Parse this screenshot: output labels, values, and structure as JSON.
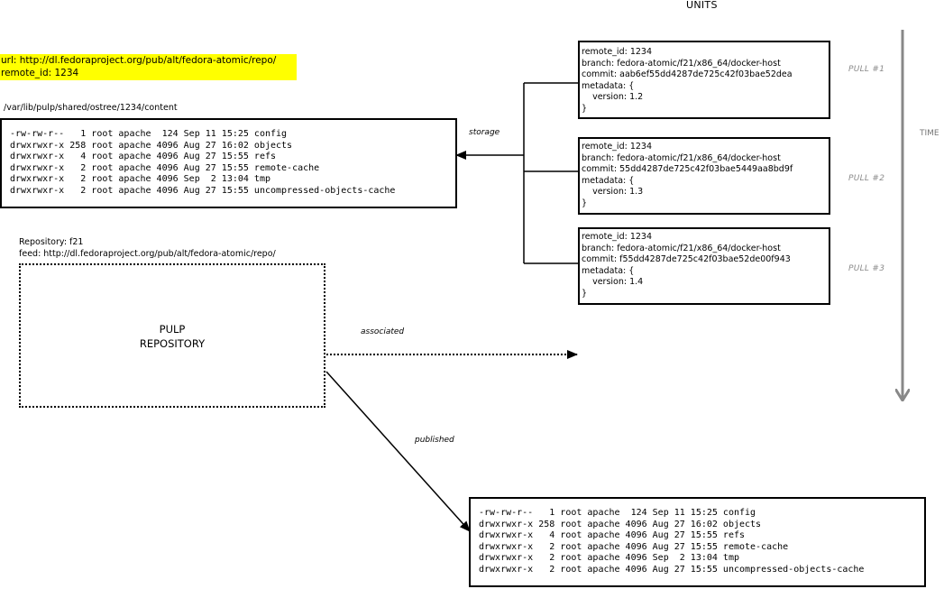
{
  "header": {
    "units_label": "UNITS",
    "time_label": "TIME"
  },
  "source": {
    "url_line": "url: http://dl.fedoraproject.org/pub/alt/fedora-atomic/repo/",
    "remote_line": "remote_id: 1234",
    "highlight_color": "#ffff00"
  },
  "storage": {
    "path": "/var/lib/pulp/shared/ostree/1234/content",
    "listing": [
      "-rw-rw-r--   1 root apache  124 Sep 11 15:25 config",
      "drwxrwxr-x 258 root apache 4096 Aug 27 16:02 objects",
      "drwxrwxr-x   4 root apache 4096 Aug 27 15:55 refs",
      "drwxrwxr-x   2 root apache 4096 Aug 27 15:55 remote-cache",
      "drwxrwxr-x   2 root apache 4096 Sep  2 13:04 tmp",
      "drwxrwxr-x   2 root apache 4096 Aug 27 15:55 uncompressed-objects-cache"
    ]
  },
  "repository": {
    "repo_line": "Repository: f21",
    "feed_line": "feed:  http://dl.fedoraproject.org/pub/alt/fedora-atomic/repo/",
    "title_line1": "PULP",
    "title_line2": "REPOSITORY"
  },
  "arrows": {
    "storage": "storage",
    "associated": "associated",
    "published": "published"
  },
  "units": [
    {
      "pull_label": "PULL #1",
      "lines": [
        "remote_id: 1234",
        "branch: fedora-atomic/f21/x86_64/docker-host",
        "commit: aab6ef55dd4287de725c42f03bae52dea",
        "metadata: {",
        "    version: 1.2",
        "}"
      ]
    },
    {
      "pull_label": "PULL #2",
      "lines": [
        "remote_id: 1234",
        "branch: fedora-atomic/f21/x86_64/docker-host",
        "commit: 55dd4287de725c42f03bae5449aa8bd9f",
        "metadata: {",
        "    version: 1.3",
        "}"
      ]
    },
    {
      "pull_label": "PULL #3",
      "lines": [
        "remote_id: 1234",
        "branch: fedora-atomic/f21/x86_64/docker-host",
        "commit: f55dd4287de725c42f03bae52de00f943",
        "metadata: {",
        "    version: 1.4",
        "}"
      ]
    }
  ],
  "published": {
    "listing": [
      "-rw-rw-r--   1 root apache  124 Sep 11 15:25 config",
      "drwxrwxr-x 258 root apache 4096 Aug 27 16:02 objects",
      "drwxrwxr-x   4 root apache 4096 Aug 27 15:55 refs",
      "drwxrwxr-x   2 root apache 4096 Aug 27 15:55 remote-cache",
      "drwxrwxr-x   2 root apache 4096 Sep  2 13:04 tmp",
      "drwxrwxr-x   2 root apache 4096 Aug 27 15:55 uncompressed-objects-cache"
    ]
  }
}
